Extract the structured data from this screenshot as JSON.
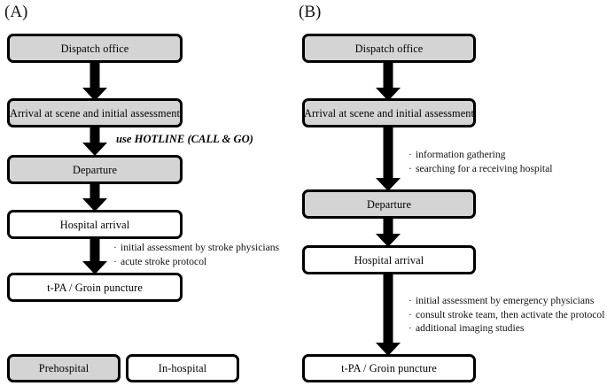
{
  "figure": {
    "type": "flowchart",
    "panels": [
      {
        "id": "A",
        "label": "(A)",
        "nodes": [
          {
            "id": "a-dispatch",
            "text": "Dispatch office",
            "fill": "gray"
          },
          {
            "id": "a-arrival",
            "text": "Arrival at scene and initial assessment",
            "fill": "gray"
          },
          {
            "id": "a-departure",
            "text": "Departure",
            "fill": "gray"
          },
          {
            "id": "a-hospital",
            "text": "Hospital arrival",
            "fill": "white"
          },
          {
            "id": "a-tpa",
            "text": "t-PA / Groin puncture",
            "fill": "white"
          }
        ],
        "edge_label": "use HOTLINE (CALL & GO)",
        "annotation": [
          "initial assessment by stroke physicians",
          "acute stroke protocol"
        ]
      },
      {
        "id": "B",
        "label": "(B)",
        "nodes": [
          {
            "id": "b-dispatch",
            "text": "Dispatch office",
            "fill": "gray"
          },
          {
            "id": "b-arrival",
            "text": "Arrival at scene and initial assessment",
            "fill": "gray"
          },
          {
            "id": "b-departure",
            "text": "Departure",
            "fill": "gray"
          },
          {
            "id": "b-hospital",
            "text": "Hospital arrival",
            "fill": "white"
          },
          {
            "id": "b-tpa",
            "text": "t-PA / Groin puncture",
            "fill": "white"
          }
        ],
        "annotation_upper": [
          "information gathering",
          "searching for a receiving hospital"
        ],
        "annotation_lower": [
          "initial assessment by emergency physicians",
          "consult stroke team, then activate the protocol",
          "additional imaging studies"
        ]
      }
    ],
    "legend": [
      {
        "id": "legend-prehospital",
        "text": "Prehospital",
        "fill": "gray"
      },
      {
        "id": "legend-inhospital",
        "text": "In-hospital",
        "fill": "white"
      }
    ],
    "colors": {
      "prehospital_fill": "#d4d4d4",
      "inhospital_fill": "#ffffff",
      "stroke": "#000000",
      "background": "#ffffff"
    },
    "bullet_glyph": "·"
  }
}
